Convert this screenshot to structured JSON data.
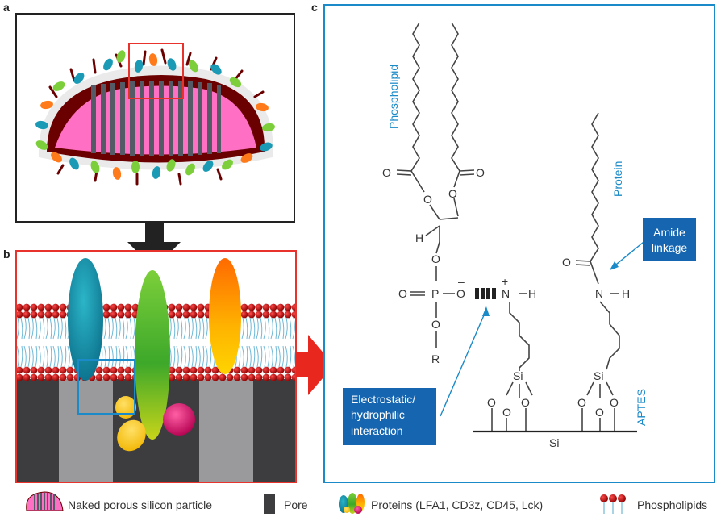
{
  "panels": {
    "a": "a",
    "b": "b",
    "c": "c"
  },
  "chem": {
    "phospholipid_label": "Phospholipid",
    "protein_label": "Protein",
    "aptes_label": "APTES",
    "si_bottom": "Si",
    "si_left": "Si",
    "si_right": "Si",
    "o": "O",
    "p": "P",
    "h": "H",
    "n": "N",
    "r": "R",
    "minus": "–",
    "plus": "+"
  },
  "callouts": {
    "amide_line1": "Amide",
    "amide_line2": "linkage",
    "electrostatic_line1": "Electrostatic/",
    "electrostatic_line2": "hydrophilic",
    "electrostatic_line3": "interaction"
  },
  "legend": {
    "particle": "Naked porous silicon particle",
    "pore": "Pore",
    "proteins": "Proteins (LFA1, CD3z, CD45, Lck)",
    "phospholipids": "Phospholipids"
  },
  "colors": {
    "accent_blue": "#1a8ac9",
    "callout_blue": "#1565b0",
    "frame_red": "#e8322c",
    "particle_pink": "#ff6fc4",
    "membrane_dark": "#6a0000",
    "lipid_head": "#a00000",
    "arrow_black": "#222222",
    "arrow_red": "#e8281e"
  }
}
